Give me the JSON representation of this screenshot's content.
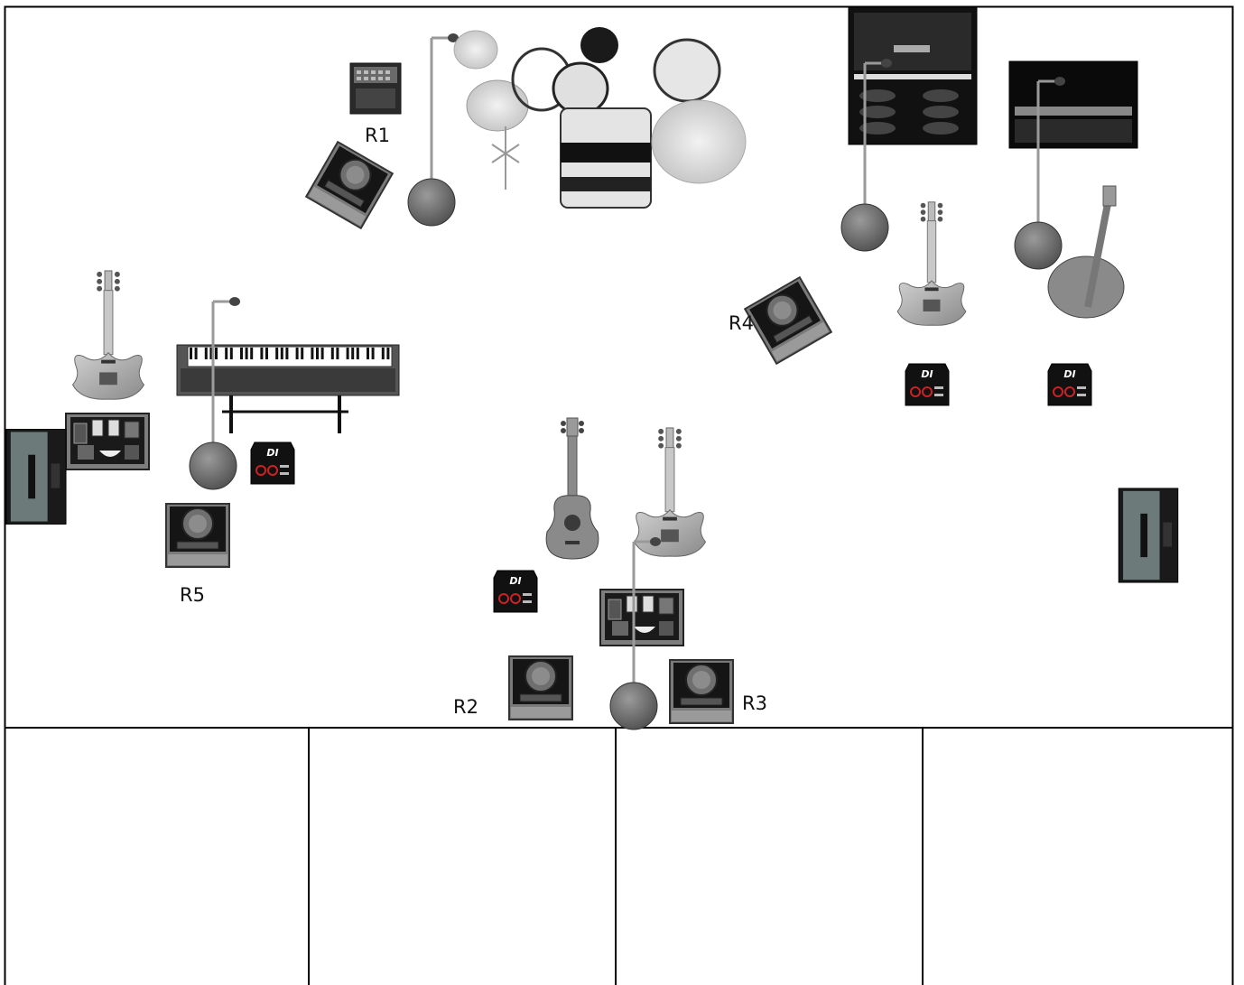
{
  "stage": {
    "monitor_labels": {
      "r1": "R1",
      "r2": "R2",
      "r3": "R3",
      "r4": "R4",
      "r5": "R5"
    },
    "di_box_text": "DI",
    "colors": {
      "border": "#000000",
      "equipment_dark": "#111111",
      "equipment_grey": "#8a8a8a",
      "cymbal": "#d8d8d8"
    }
  },
  "bottom_table": {
    "columns": [
      "",
      "",
      "",
      ""
    ]
  }
}
